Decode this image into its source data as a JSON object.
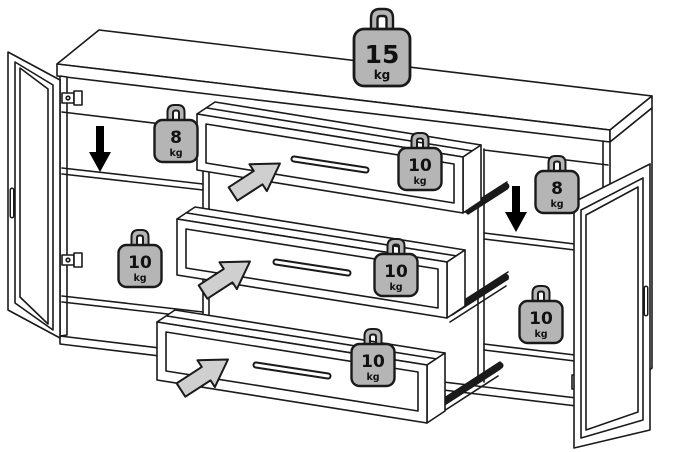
{
  "colors": {
    "background": "#ffffff",
    "line": "#1a1a1a",
    "weight_fill": "#b5b5b5",
    "weight_text": "#111111",
    "arrow_gray_fill": "#cfcfcf",
    "arrow_black": "#000000"
  },
  "icons": {
    "weight_marker": "kettlebell-weight-icon",
    "pull_arrow": "thick-diagonal-arrow-icon",
    "load_arrow": "solid-down-arrow-icon"
  },
  "weights": [
    {
      "name": "top-surface",
      "value": "15",
      "unit": "kg"
    },
    {
      "name": "left-upper-shelf",
      "value": "8",
      "unit": "kg"
    },
    {
      "name": "top-drawer",
      "value": "10",
      "unit": "kg"
    },
    {
      "name": "right-upper-shelf",
      "value": "8",
      "unit": "kg"
    },
    {
      "name": "left-lower-shelf",
      "value": "10",
      "unit": "kg"
    },
    {
      "name": "middle-drawer",
      "value": "10",
      "unit": "kg"
    },
    {
      "name": "right-lower-shelf",
      "value": "10",
      "unit": "kg"
    },
    {
      "name": "bottom-drawer",
      "value": "10",
      "unit": "kg"
    }
  ]
}
